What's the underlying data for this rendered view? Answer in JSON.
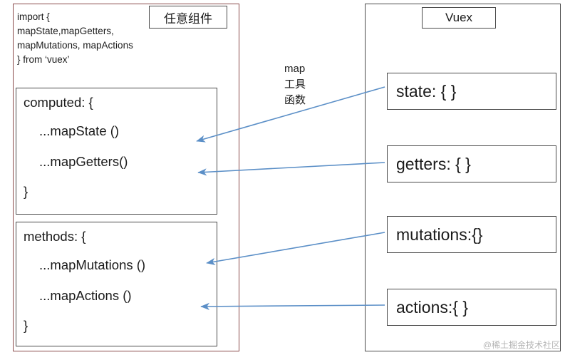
{
  "left": {
    "panel_name": "component-panel",
    "chip_label": "任意组件",
    "import_code": "import {\nmapState,mapGetters,\nmapMutations, mapActions\n} from ‘vuex’",
    "computed": {
      "line1": "computed: {",
      "line2": "...mapState ()",
      "line3": "...mapGetters()",
      "line4": "}"
    },
    "methods": {
      "line1": "methods: {",
      "line2": "...mapMutations ()",
      "line3": "...mapActions ()",
      "line4": "}"
    }
  },
  "center": {
    "label": "map\n工具\n函数"
  },
  "right": {
    "chip_label": "Vuex",
    "blocks": [
      {
        "label": "state: { }"
      },
      {
        "label": "getters: { }"
      },
      {
        "label": "mutations:{}"
      },
      {
        "label": "actions:{ }"
      }
    ]
  },
  "watermark": "@稀土掘金技术社区",
  "colors": {
    "arrow": "#5b8fc7",
    "border_dark": "#4a4a4a",
    "border_red": "#8a4a4a",
    "text": "#1b1b1b",
    "watermark": "#b4b4b4"
  }
}
